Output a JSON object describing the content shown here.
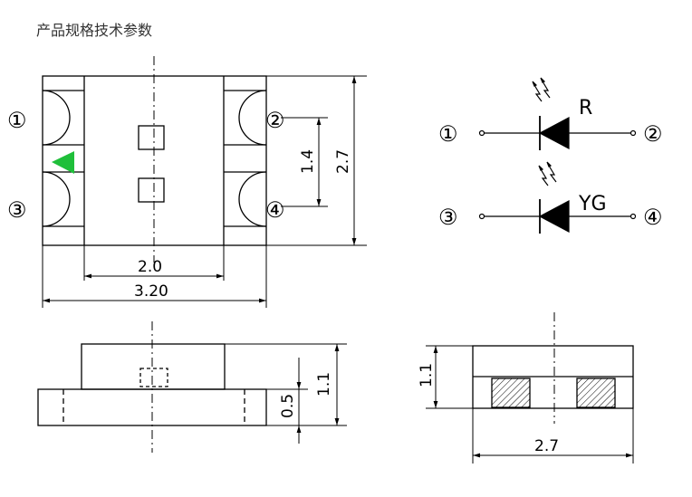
{
  "title": "产品规格技术参数",
  "pins": {
    "p1": "①",
    "p2": "②",
    "p3": "③",
    "p4": "④"
  },
  "dimensions": {
    "top_width_inner": "2.0",
    "top_width_outer": "3.20",
    "top_height": "2.7",
    "pad_pitch": "1.4",
    "side_height_total": "1.1",
    "side_base_height": "0.5",
    "end_height": "1.1",
    "end_width": "2.7"
  },
  "schematic": {
    "led_top_label": "R",
    "led_bottom_label": "YG"
  },
  "colors": {
    "polarity_mark": "#1fbf3a",
    "line": "#000000"
  }
}
